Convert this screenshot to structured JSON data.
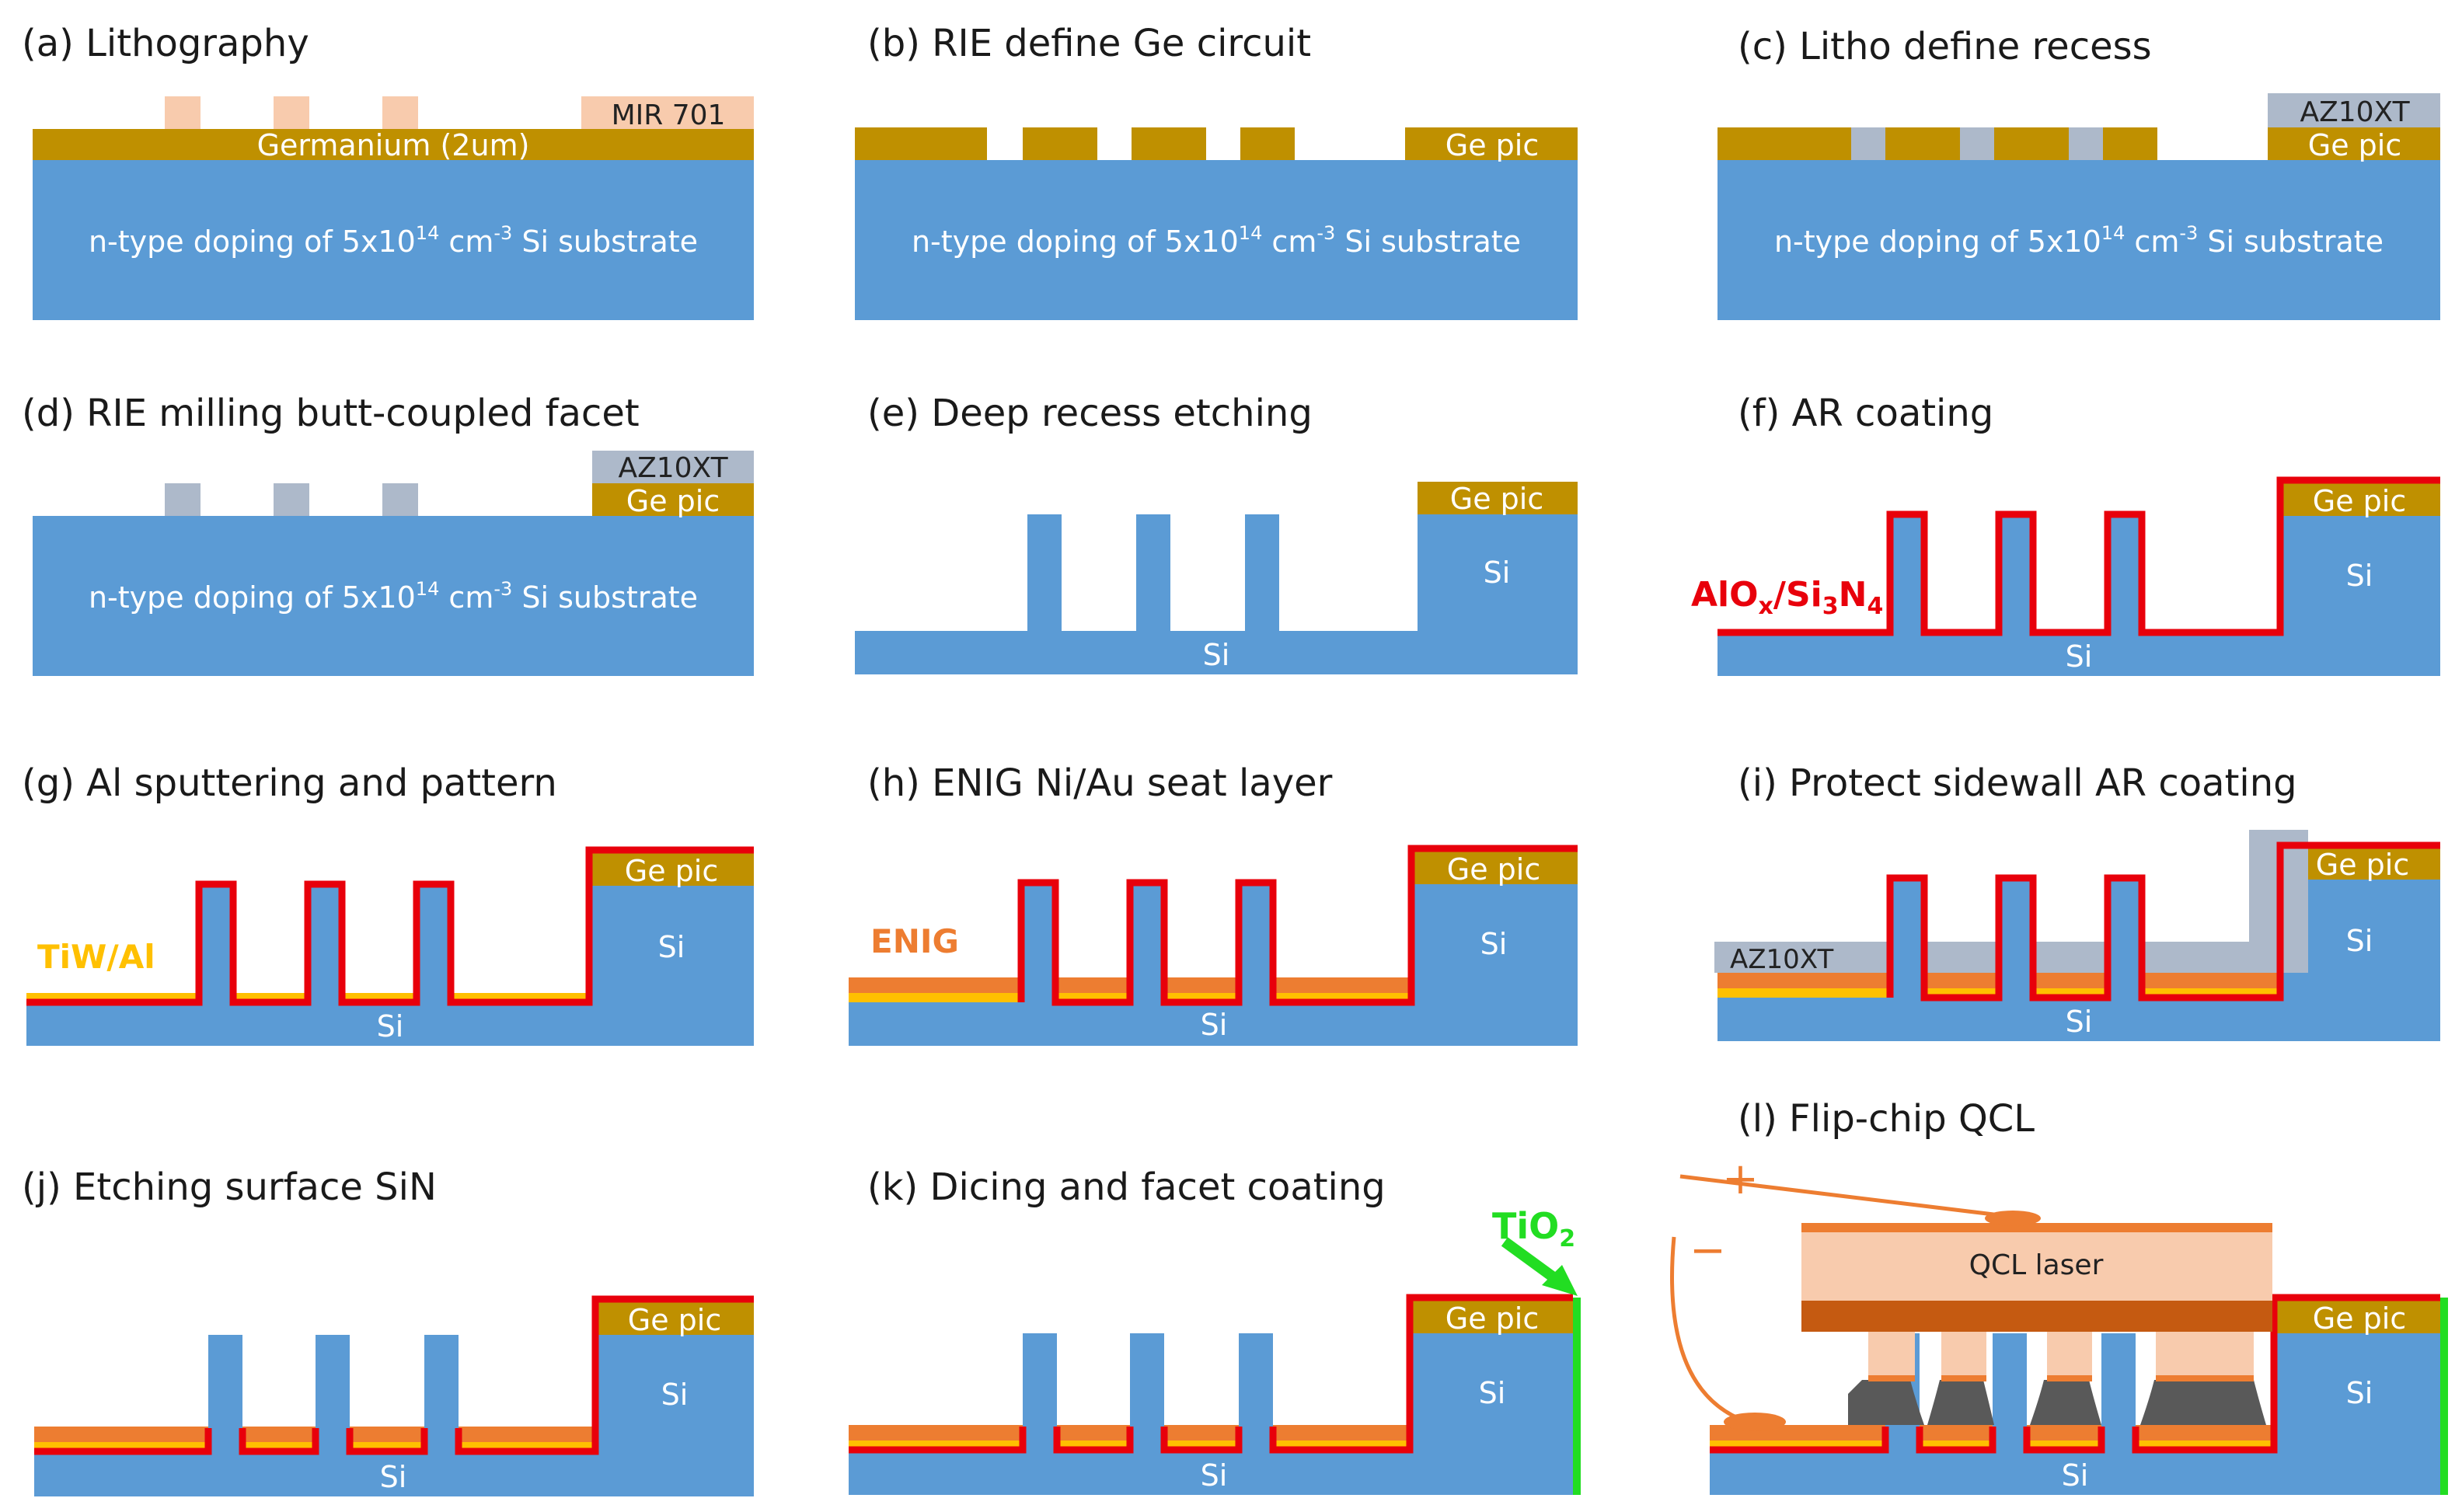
{
  "panels": {
    "a": {
      "title": "(a) Lithography",
      "resist_label": "MIR 701",
      "ge_label": "Germanium (2um)",
      "substrate_prefix": "n-type doping of 5x10",
      "substrate_exp": "14",
      "substrate_unit": " cm",
      "substrate_unit_exp": "-3",
      "substrate_suffix": "  Si substrate"
    },
    "b": {
      "title": "(b) RIE define Ge circuit",
      "ge_label": "Ge pic",
      "substrate_prefix": "n-type doping of 5x10",
      "substrate_exp": "14",
      "substrate_unit": " cm",
      "substrate_unit_exp": "-3",
      "substrate_suffix": "  Si substrate"
    },
    "c": {
      "title": "(c) Litho define recess",
      "resist_label": "AZ10XT",
      "ge_label": "Ge pic",
      "substrate_prefix": "n-type doping of 5x10",
      "substrate_exp": "14",
      "substrate_unit": " cm",
      "substrate_unit_exp": "-3",
      "substrate_suffix": "  Si substrate"
    },
    "d": {
      "title": "(d) RIE milling butt-coupled facet",
      "resist_label": "AZ10XT",
      "ge_label": "Ge pic",
      "substrate_prefix": "n-type doping of 5x10",
      "substrate_exp": "14",
      "substrate_unit": " cm",
      "substrate_unit_exp": "-3",
      "substrate_suffix": "  Si substrate"
    },
    "e": {
      "title": "(e) Deep recess etching",
      "ge_label": "Ge pic",
      "si_right": "Si",
      "si_bottom": "Si"
    },
    "f": {
      "title": "(f) AR coating",
      "ge_label": "Ge pic",
      "si_right": "Si",
      "si_bottom": "Si",
      "coating_a": "AlO",
      "coating_a_sub": "x",
      "coating_b": "/Si",
      "coating_b_sub": "3",
      "coating_c": "N",
      "coating_c_sub": "4"
    },
    "g": {
      "title": "(g) Al sputtering and pattern",
      "ge_label": "Ge pic",
      "si_right": "Si",
      "si_bottom": "Si",
      "metal_label": "TiW/Al"
    },
    "h": {
      "title": "(h) ENIG Ni/Au seat layer",
      "ge_label": "Ge pic",
      "si_right": "Si",
      "si_bottom": "Si",
      "metal_label": "ENIG"
    },
    "i": {
      "title": "(i) Protect sidewall AR coating",
      "ge_label": "Ge pic",
      "si_right": "Si",
      "si_bottom": "Si",
      "resist_label": "AZ10XT"
    },
    "j": {
      "title": "(j) Etching surface SiN",
      "ge_label": "Ge pic",
      "si_right": "Si",
      "si_bottom": "Si"
    },
    "k": {
      "title": "(k) Dicing and facet coating",
      "ge_label": "Ge pic",
      "si_right": "Si",
      "si_bottom": "Si",
      "facet_a": "TiO",
      "facet_a_sub": "2"
    },
    "l": {
      "title": "(l) Flip-chip QCL",
      "ge_label": "Ge pic",
      "si_right": "Si",
      "si_bottom": "Si",
      "laser_label": "QCL laser",
      "plus": "+",
      "minus": "−"
    }
  }
}
